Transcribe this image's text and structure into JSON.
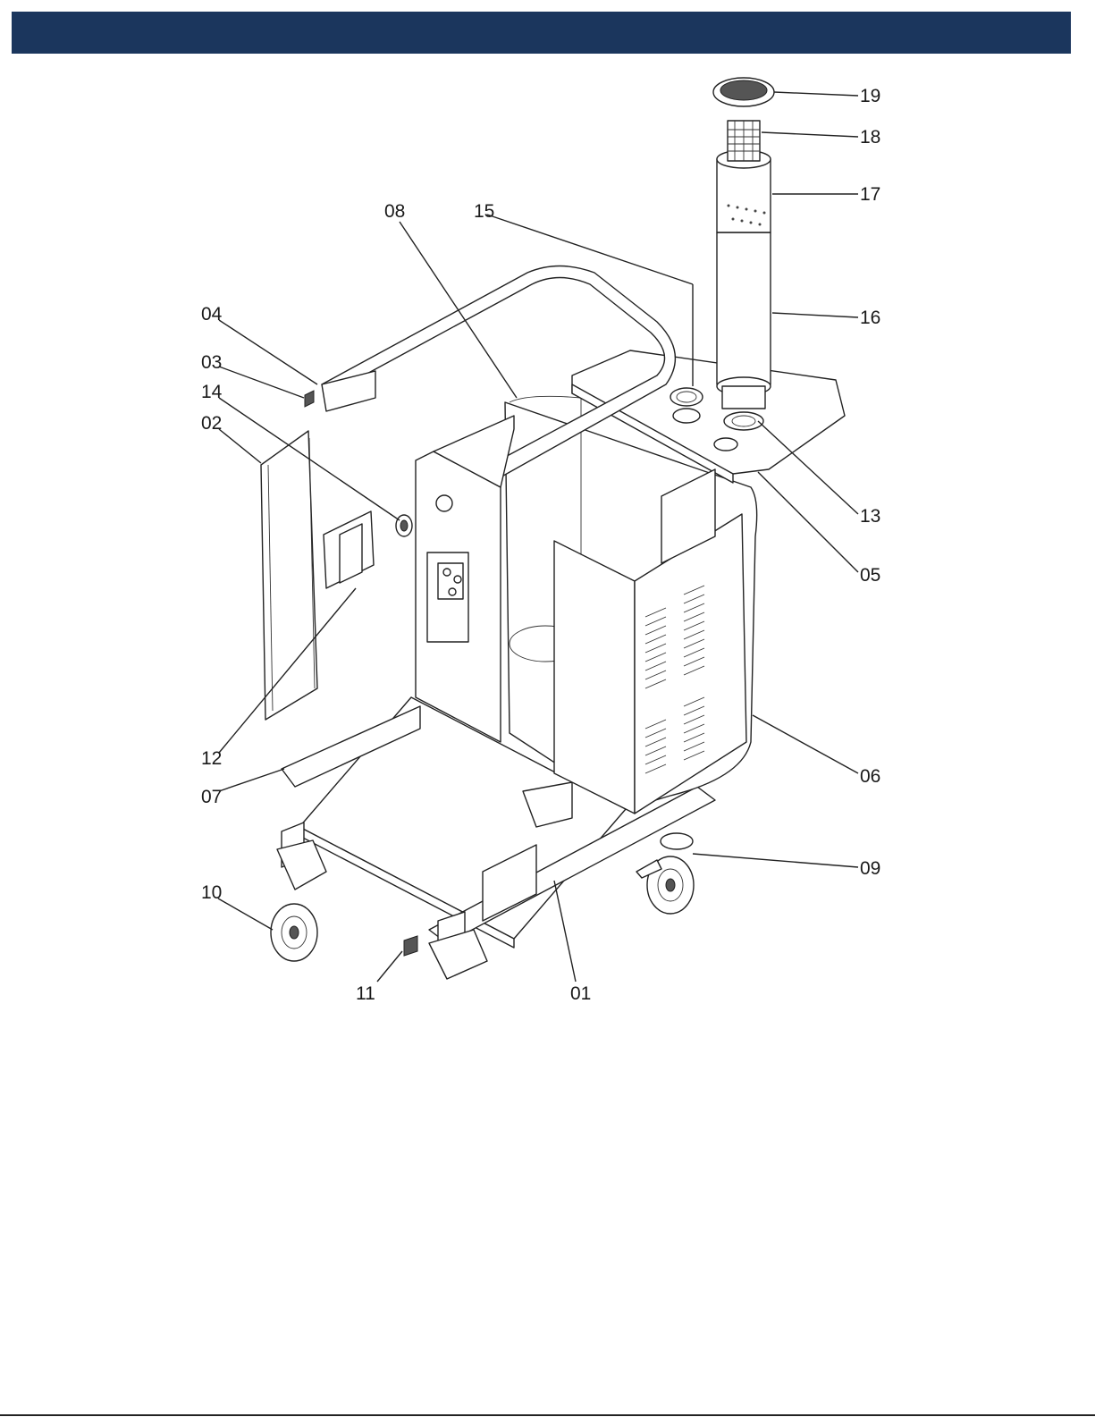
{
  "header": {
    "color": "#1b365d"
  },
  "parts": {
    "p01": "01",
    "p02": "02",
    "p03": "03",
    "p04": "04",
    "p05": "05",
    "p06": "06",
    "p07": "07",
    "p08": "08",
    "p09": "09",
    "p10": "10",
    "p11": "11",
    "p12": "12",
    "p13": "13",
    "p14": "14",
    "p15": "15",
    "p16": "16",
    "p17": "17",
    "p18": "18",
    "p19": "19"
  }
}
